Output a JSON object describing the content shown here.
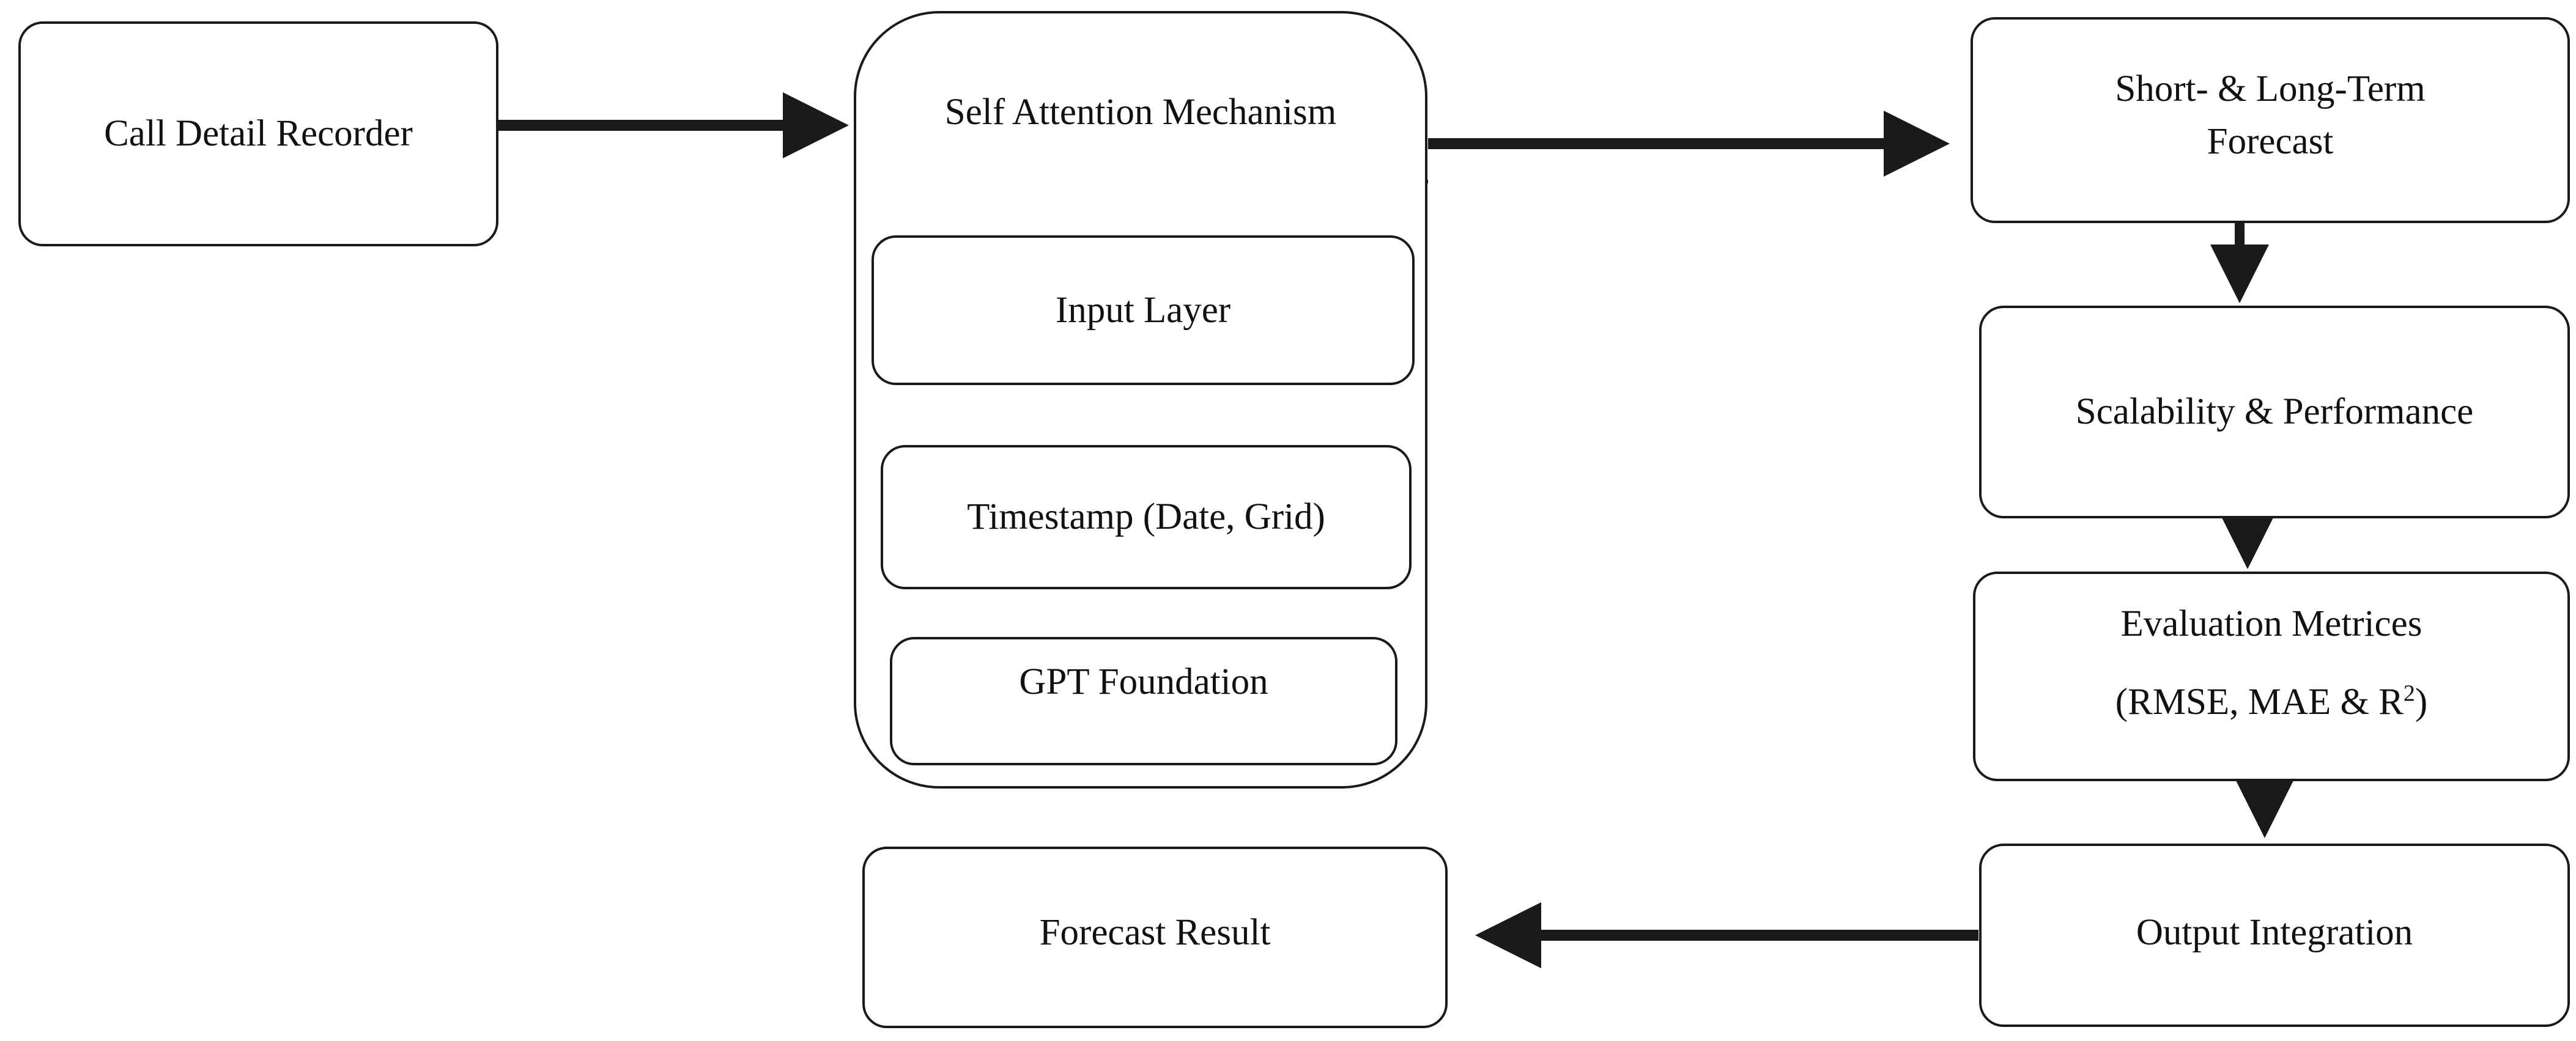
{
  "nodes": {
    "call_detail_recorder": "Call Detail Recorder",
    "self_attention": "Self Attention Mechanism",
    "input_layer": "Input Layer",
    "timestamp": "Timestamp (Date, Grid)",
    "gpt_foundation": "GPT Foundation",
    "forecast_line1": "Short- & Long-Term",
    "forecast_line2": "Forecast",
    "scalability": "Scalability & Performance",
    "evaluation_line1": "Evaluation Metrices",
    "evaluation_line2_prefix": "(RMSE, MAE & R",
    "evaluation_line2_sup": "2",
    "evaluation_line2_suffix": ")",
    "output_integration": "Output Integration",
    "forecast_result": "Forecast Result"
  },
  "colors": {
    "stroke": "#1a1a1a",
    "background": "#ffffff"
  }
}
